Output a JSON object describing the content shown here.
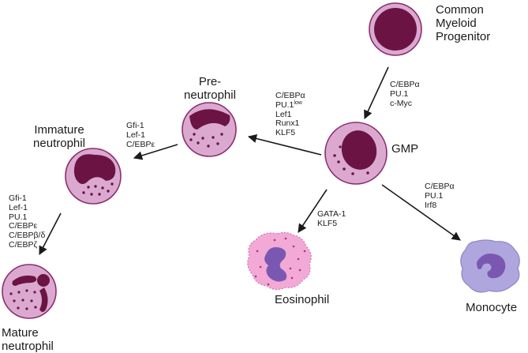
{
  "cells": {
    "cmp": {
      "line1": "Common",
      "line2": "Myeloid",
      "line3": "Progenitor"
    },
    "gmp": {
      "label": "GMP"
    },
    "pre_neutrophil": {
      "line1": "Pre-",
      "line2": "neutrophil"
    },
    "immature_neutrophil": {
      "line1": "Immature",
      "line2": "neutrophil"
    },
    "mature_neutrophil": {
      "line1": "Mature",
      "line2": "neutrophil"
    },
    "eosinophil": {
      "label": "Eosinophil"
    },
    "monocyte": {
      "label": "Monocyte"
    }
  },
  "factors": {
    "cmp_to_gmp": [
      "C/EBPα",
      "PU.1",
      "c-Myc"
    ],
    "gmp_to_pre": {
      "line1": "C/EBPα",
      "line2_base": "PU.1",
      "line2_sup": "low",
      "line3": "Lef1",
      "line4": "Runx1",
      "line5": "KLF5"
    },
    "pre_to_immature": [
      "Gfi-1",
      "Lef-1",
      "C/EBPε"
    ],
    "immature_to_mature": [
      "Gfi-1",
      "Lef-1",
      "PU.1",
      "C/EBPε",
      "C/EBPβ/δ",
      "C/EBPζ"
    ],
    "gmp_to_eosinophil": [
      "GATA-1",
      "KLF5"
    ],
    "gmp_to_monocyte": [
      "C/EBPα",
      "PU.1",
      "Irf8"
    ]
  },
  "colors": {
    "cell_body": "#dba9d0",
    "cell_outline": "#8a2e6e",
    "nucleus": "#6b1444",
    "eosinophil_body": "#f2a9d6",
    "monocyte_body": "#aea6dd",
    "monocyte_nucleus": "#7a58b2",
    "arrow": "#1a1a1a"
  }
}
